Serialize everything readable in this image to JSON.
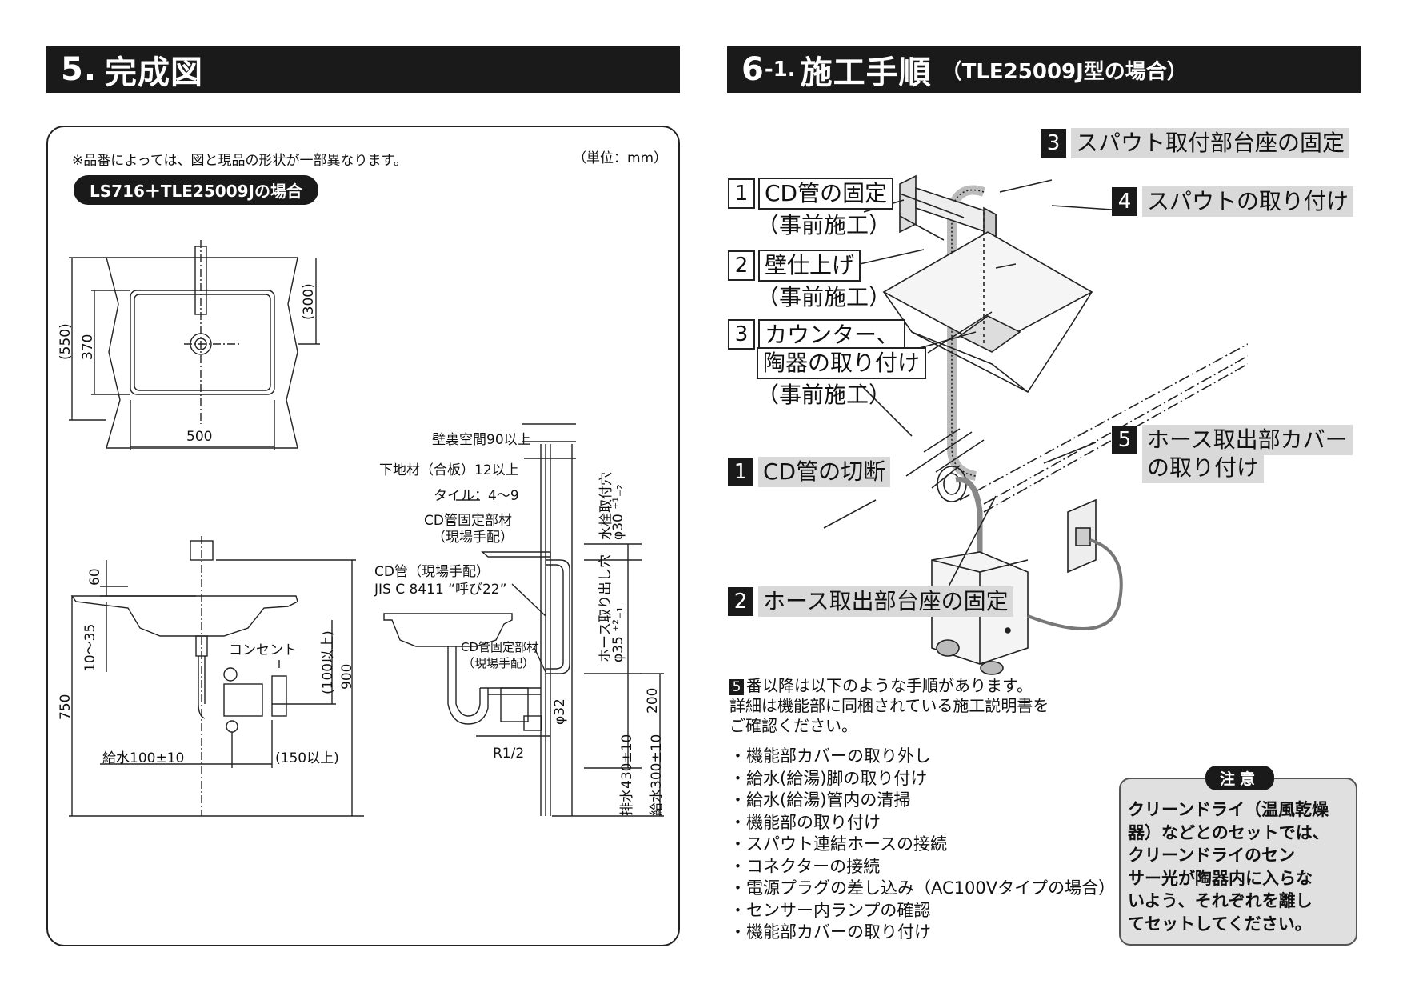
{
  "left_header": {
    "number": "5.",
    "title": "完成図"
  },
  "right_header": {
    "number": "6",
    "sub_number": "-1.",
    "title": "施工手順",
    "subtitle": "（TLE25009J型の場合）"
  },
  "panel": {
    "note": "※品番によっては、図と現品の形状が一部異なります。",
    "unit": "（単位：mm）",
    "model_label": "LS716＋TLE25009Jの場合"
  },
  "dims": {
    "d550": "(550)",
    "d370": "370",
    "d300": "(300)",
    "d500": "500",
    "d60": "60",
    "d10_35": "10〜35",
    "d750": "750",
    "d900": "900",
    "d100up": "(100以上)",
    "outlet": "コンセント",
    "supply100": "給水100±10",
    "d150up": "(150以上)",
    "wall_space": "壁裏空間90以上",
    "base_mat": "下地材（合板）12以上",
    "tile": "タイル：4〜9",
    "cd_fix_1": "CD管固定部材",
    "cd_fix_1b": "（現場手配）",
    "cd_pipe": "CD管（現場手配）",
    "jis": "JIS C 8411 “呼び22”",
    "cd_fix_2": "CD管固定部材",
    "cd_fix_2b": "（現場手配）",
    "r12": "R1/2",
    "phi32": "φ32",
    "faucet_hole": "水栓取付穴",
    "phi30": "φ30 ⁺¹₋₂",
    "hose_hole": "ホース取り出し穴",
    "phi35": "φ35 ⁺²₋₁",
    "d200": "200",
    "drain430": "排水430±10",
    "supply300": "給水300±10"
  },
  "steps": {
    "s3_top": {
      "num": "3",
      "text": "スパウト取付部台座の固定"
    },
    "s1_fix": {
      "num": "1",
      "text": "CD管の固定",
      "sub": "（事前施工）"
    },
    "s4": {
      "num": "4",
      "text": "スパウトの取り付け"
    },
    "s2_wall": {
      "num": "2",
      "text": "壁仕上げ",
      "sub": "（事前施工）"
    },
    "s3_counter": {
      "num": "3",
      "text": "カウンター、",
      "text2": "陶器の取り付け",
      "sub": "（事前施工）"
    },
    "s5": {
      "num": "5",
      "text": "ホース取出部カバー",
      "text2": "の取り付け"
    },
    "s1_cut": {
      "num": "1",
      "text": "CD管の切断"
    },
    "s2_hose": {
      "num": "2",
      "text": "ホース取出部台座の固定"
    }
  },
  "info": {
    "num": "5",
    "line1": "番以降は以下のような手順があります。",
    "line2": "詳細は機能部に同梱されている施工説明書を",
    "line3": "ご確認ください。"
  },
  "procedure": [
    "・機能部カバーの取り外し",
    "・給水(給湯)脚の取り付け",
    "・給水(給湯)管内の清掃",
    "・機能部の取り付け",
    "・スパウト連結ホースの接続",
    "・コネクターの接続",
    "・電源プラグの差し込み（AC100Vタイプの場合）",
    "・センサー内ランプの確認",
    "・機能部カバーの取り付け"
  ],
  "caution": {
    "label": "注意",
    "lines": [
      "クリーンドライ（温風乾燥",
      "器）などとのセットでは、",
      "クリーンドライのセン",
      "サー光が陶器内に入らな",
      "いよう、それぞれを離し",
      "てセットしてください。"
    ]
  }
}
